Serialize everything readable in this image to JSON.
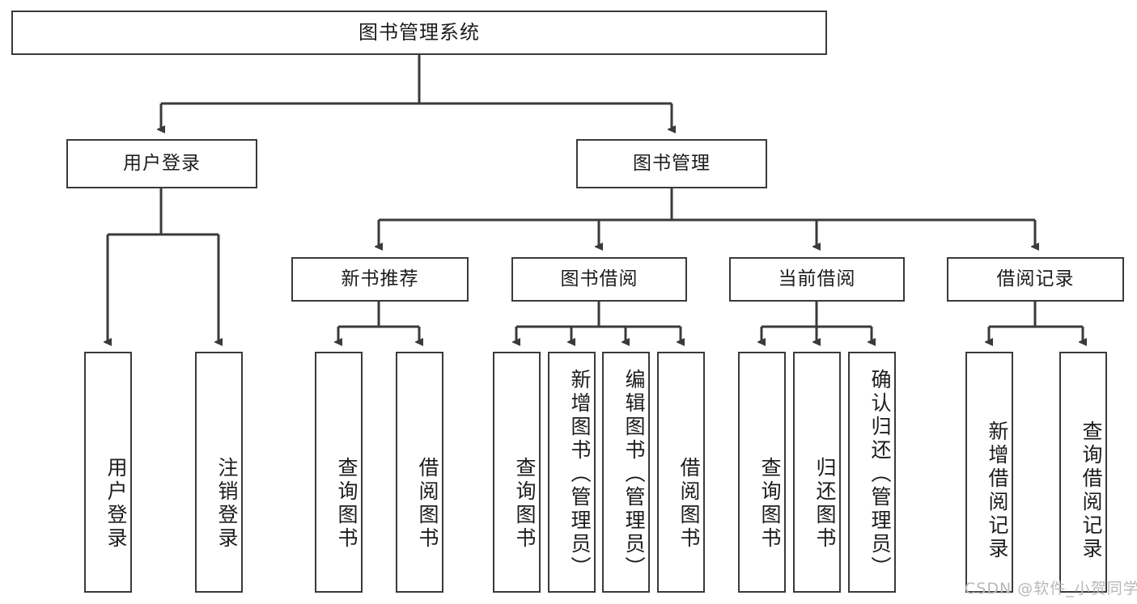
{
  "diagram": {
    "title": "图书管理系统",
    "watermark": "CSDN @软件_小贺同学",
    "colors": {
      "background": "#ffffff",
      "border": "#3a3a3a",
      "connector": "#3a3a3a",
      "text": "#1c1c1c",
      "watermark": "#b8b8b8"
    }
  },
  "nodes": {
    "root": {
      "label": "图书管理系统",
      "level": 1
    },
    "level2": [
      {
        "id": "user-login",
        "label": "用户登录"
      },
      {
        "id": "book-manage",
        "label": "图书管理"
      }
    ],
    "level3": [
      {
        "id": "new-book-recommend",
        "label": "新书推荐",
        "parent": "book-manage"
      },
      {
        "id": "book-borrow",
        "label": "图书借阅",
        "parent": "book-manage"
      },
      {
        "id": "current-borrow",
        "label": "当前借阅",
        "parent": "book-manage"
      },
      {
        "id": "borrow-record",
        "label": "借阅记录",
        "parent": "book-manage"
      }
    ],
    "leaves": [
      {
        "id": "leaf-user-login",
        "label": "用户登录",
        "parent": "user-login"
      },
      {
        "id": "leaf-logout",
        "label": "注销登录",
        "parent": "user-login"
      },
      {
        "id": "leaf-query-book-1",
        "label": "查询图书",
        "parent": "new-book-recommend"
      },
      {
        "id": "leaf-borrow-book-1",
        "label": "借阅图书",
        "parent": "new-book-recommend"
      },
      {
        "id": "leaf-query-book-2",
        "label": "查询图书",
        "parent": "book-borrow"
      },
      {
        "id": "leaf-add-book",
        "label": "新增图书（管理员）",
        "parent": "book-borrow"
      },
      {
        "id": "leaf-edit-book",
        "label": "编辑图书（管理员）",
        "parent": "book-borrow"
      },
      {
        "id": "leaf-borrow-book-2",
        "label": "借阅图书",
        "parent": "book-borrow"
      },
      {
        "id": "leaf-query-book-3",
        "label": "查询图书",
        "parent": "current-borrow"
      },
      {
        "id": "leaf-return-book",
        "label": "归还图书",
        "parent": "current-borrow"
      },
      {
        "id": "leaf-confirm-return",
        "label": "确认归还（管理员）",
        "parent": "current-borrow"
      },
      {
        "id": "leaf-add-record",
        "label": "新增借阅记录",
        "parent": "borrow-record"
      },
      {
        "id": "leaf-query-record",
        "label": "查询借阅记录",
        "parent": "borrow-record"
      }
    ]
  }
}
